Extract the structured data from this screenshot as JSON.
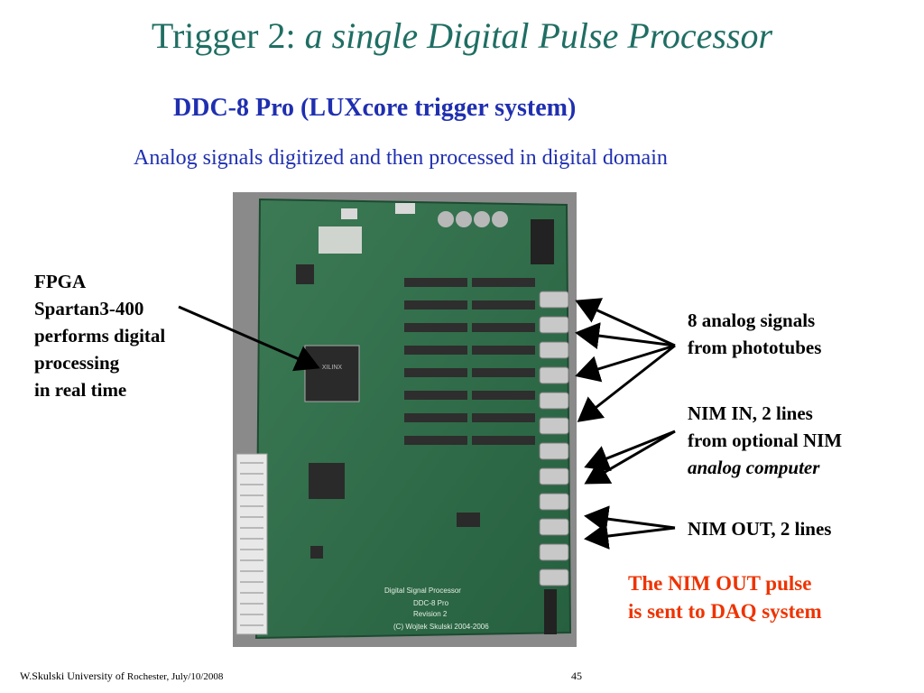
{
  "title": {
    "main": "Trigger 2: ",
    "italic": "a single Digital Pulse Processor"
  },
  "subtitle": "DDC-8 Pro (LUXcore trigger system)",
  "caption": "Analog signals digitized and then processed in digital domain",
  "fpga_label": {
    "lines": [
      "FPGA",
      "Spartan3-400",
      "performs digital",
      "processing",
      "in real time"
    ]
  },
  "analog_label": {
    "lines": [
      "8 analog signals",
      "from phototubes"
    ]
  },
  "nim_in_label": {
    "line1": "NIM  IN, 2 lines",
    "line2": "from optional NIM",
    "line3_italic": "analog computer"
  },
  "nim_out_label": "NIM  OUT, 2 lines",
  "daq_note": {
    "lines": [
      "The NIM OUT pulse",
      "is sent to DAQ system"
    ],
    "color": "#ee3300"
  },
  "board_text": {
    "title": "Digital Signal Processor",
    "model": "DDC-8 Pro",
    "revision": "Revision 2",
    "copyright": "(C) Wojtek Skulski 2004-2006"
  },
  "footer": {
    "author": "W.Skulski  University of ",
    "location": "Rochester, July/10/2008",
    "page": "45"
  },
  "colors": {
    "title": "#1f6e63",
    "subtitle": "#1f2fb0",
    "pcb": "#2c6a48",
    "background": "#ffffff"
  }
}
